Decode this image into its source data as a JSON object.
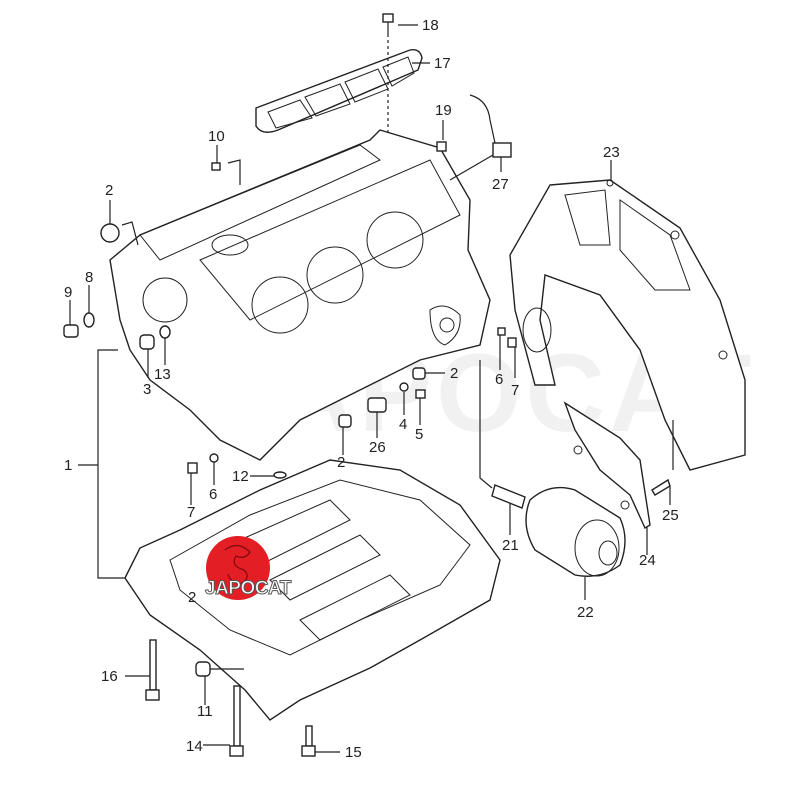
{
  "diagram": {
    "title": "Cylinder block exploded parts diagram",
    "watermark": "JAPOCAT",
    "logo": {
      "text": "JAPOCAT",
      "color": "#e31e24"
    },
    "callouts": [
      {
        "id": "1",
        "label": "1"
      },
      {
        "id": "2a",
        "label": "2"
      },
      {
        "id": "2b",
        "label": "2"
      },
      {
        "id": "2c",
        "label": "2"
      },
      {
        "id": "2d",
        "label": "2"
      },
      {
        "id": "3",
        "label": "3"
      },
      {
        "id": "4",
        "label": "4"
      },
      {
        "id": "5",
        "label": "5"
      },
      {
        "id": "6a",
        "label": "6"
      },
      {
        "id": "6b",
        "label": "6"
      },
      {
        "id": "7a",
        "label": "7"
      },
      {
        "id": "7b",
        "label": "7"
      },
      {
        "id": "8",
        "label": "8"
      },
      {
        "id": "9",
        "label": "9"
      },
      {
        "id": "10",
        "label": "10"
      },
      {
        "id": "11",
        "label": "11"
      },
      {
        "id": "12",
        "label": "12"
      },
      {
        "id": "13",
        "label": "13"
      },
      {
        "id": "14",
        "label": "14"
      },
      {
        "id": "15",
        "label": "15"
      },
      {
        "id": "16",
        "label": "16"
      },
      {
        "id": "17",
        "label": "17"
      },
      {
        "id": "18",
        "label": "18"
      },
      {
        "id": "19",
        "label": "19"
      },
      {
        "id": "21",
        "label": "21"
      },
      {
        "id": "22",
        "label": "22"
      },
      {
        "id": "23",
        "label": "23"
      },
      {
        "id": "24",
        "label": "24"
      },
      {
        "id": "25",
        "label": "25"
      },
      {
        "id": "26",
        "label": "26"
      },
      {
        "id": "27",
        "label": "27"
      }
    ]
  }
}
